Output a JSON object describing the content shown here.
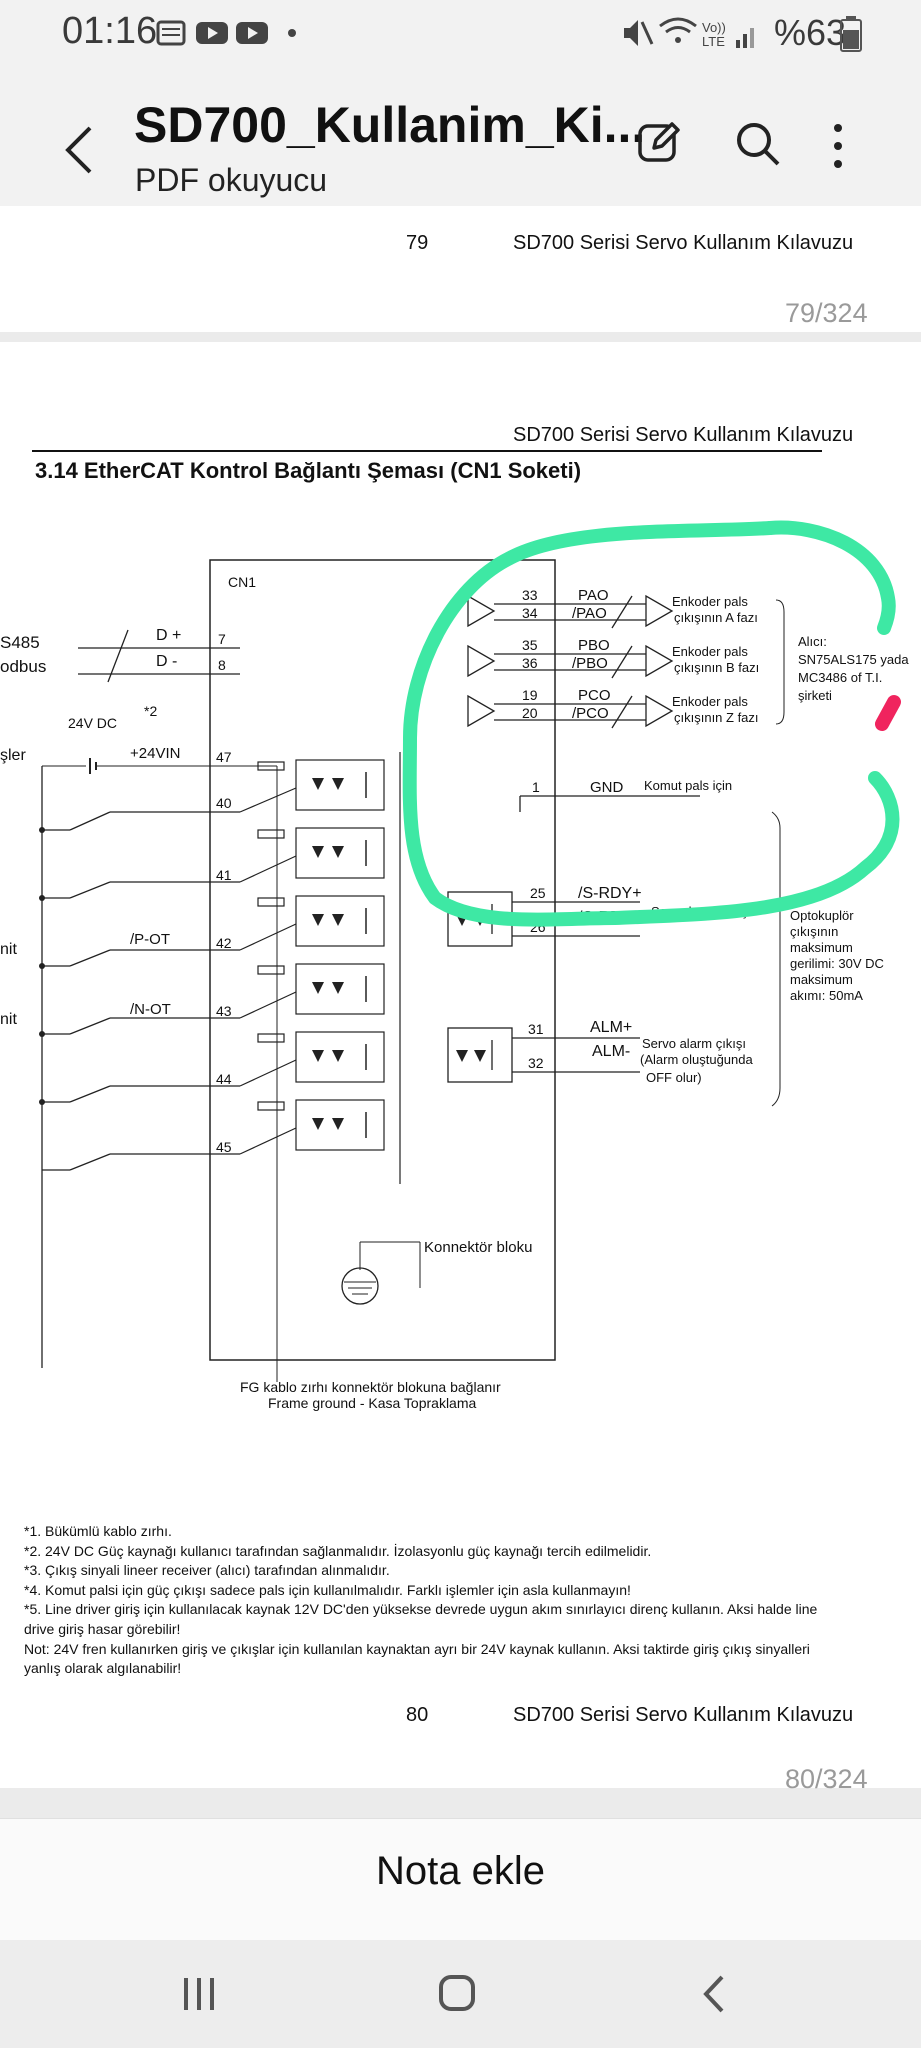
{
  "status_bar": {
    "time": "01:16",
    "battery": "%63",
    "network": "LTE"
  },
  "app_bar": {
    "title": "SD700_Kullanim_Ki...",
    "subtitle": "PDF okuyucu"
  },
  "page79": {
    "page_number": "79",
    "header": "SD700 Serisi Servo Kullanım Kılavuzu",
    "counter": "79/324"
  },
  "page80": {
    "header": "SD700 Serisi Servo Kullanım Kılavuzu",
    "section_title": "3.14 EtherCAT Kontrol Bağlantı Şeması (CN1 Soketi)",
    "footer_page_number": "80",
    "footer_header": "SD700 Serisi Servo Kullanım Kılavuzu",
    "counter": "80/324"
  },
  "diagram": {
    "cn1": "CN1",
    "rs485": "S485",
    "modbus": "odbus",
    "d_plus": "D +",
    "d_minus": "D -",
    "pin7": "7",
    "pin8": "8",
    "star2": "*2",
    "v24dc": "24V DC",
    "girisler": "şler",
    "plus24vin": "+24VIN",
    "pin47": "47",
    "pin40": "40",
    "pin41": "41",
    "pin42": "42",
    "pin43": "43",
    "pin44": "44",
    "pin45": "45",
    "pot": "/P-OT",
    "not": "/N-OT",
    "limit1": "nit",
    "limit2": "nit",
    "pin33": "33",
    "pin34": "34",
    "pao": "PAO",
    "pao_n": "/PAO",
    "pin35": "35",
    "pin36": "36",
    "pbo": "PBO",
    "pbo_n": "/PBO",
    "pin19": "19",
    "pin20": "20",
    "pco": "PCO",
    "pco_n": "/PCO",
    "enc_a_1": "Enkoder pals",
    "enc_a_2": "çıkışının A fazı",
    "enc_b_1": "Enkoder pals",
    "enc_b_2": "çıkışının B fazı",
    "enc_z_1": "Enkoder pals",
    "enc_z_2": "çıkışının Z fazı",
    "alici_1": "Alıcı:",
    "alici_2": "SN75ALS175 yada",
    "alici_3": "MC3486 of T.I.",
    "alici_4": "şirketi",
    "pin1": "1",
    "gnd": "GND",
    "komut": "Komut pals için",
    "pin25": "25",
    "pin26": "26",
    "srdy_p": "/S-RDY+",
    "srdy_n": "/S-RDY-",
    "servo_ready": "Servo hazır çıkışı",
    "pin31": "31",
    "pin32": "32",
    "alm_p": "ALM+",
    "alm_n": "ALM-",
    "alarm_1": "Servo alarm çıkışı",
    "alarm_2": "(Alarm oluştuğunda",
    "alarm_3": "OFF olur)",
    "opto_1": "Optokuplör",
    "opto_2": "çıkışının",
    "opto_3": "maksimum",
    "opto_4": "gerilimi: 30V DC",
    "opto_5": "maksimum",
    "opto_6": "akımı: 50mA",
    "konnektor": "Konnektör bloku",
    "fg_1": "FG kablo zırhı konnektör blokuna bağlanır",
    "fg_2": "Frame ground - Kasa Topraklama"
  },
  "notes": [
    "*1.          Bükümlü kablo zırhı.",
    "*2. 24V DC Güç kaynağı kullanıcı tarafından sağlanmalıdır. İzolasyonlu güç kaynağı tercih edilmelidir.",
    "*3. Çıkış sinyali lineer receiver (alıcı) tarafından alınmalıdır.",
    "*4. Komut palsi için güç çıkışı sadece pals için kullanılmalıdır. Farklı işlemler için asla kullanmayın!",
    "*5. Line driver giriş için kullanılacak kaynak 12V DC'den yüksekse devrede uygun akım sınırlayıcı direnç kullanın. Aksi halde line",
    "  drive giriş hasar görebilir!",
    "Not: 24V fren kullanırken giriş ve çıkışlar için kullanılan kaynaktan ayrı bir 24V kaynak kullanın. Aksi taktirde giriş çıkış sinyalleri",
    "yanlış olarak algılanabilir!"
  ],
  "note_bar": {
    "label": "Nota ekle"
  },
  "annotation_colors": {
    "green": "#3ee8a4",
    "red": "#f0245e"
  }
}
